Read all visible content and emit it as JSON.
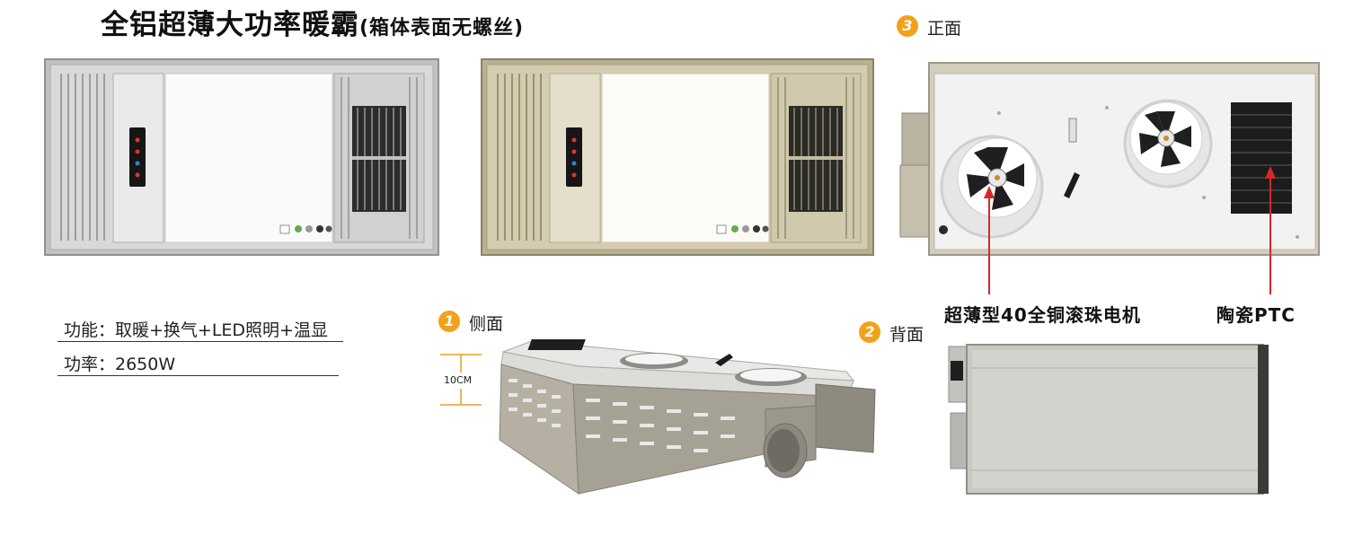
{
  "title": {
    "main": "全铝超薄大功率暖霸",
    "sub": "(箱体表面无螺丝)"
  },
  "views": [
    {
      "number": "1",
      "label": "侧面"
    },
    {
      "number": "2",
      "label": "背面"
    },
    {
      "number": "3",
      "label": "正面"
    }
  ],
  "specs": {
    "function": "功能：取暖+换气+LED照明+温显",
    "power": "功率：2650W"
  },
  "dimension": "10CM",
  "callouts": {
    "motor": "超薄型40全铜滚珠电机",
    "ptc": "陶瓷PTC"
  },
  "colors": {
    "badge": "#f3a11b",
    "arrow": "#d9262c",
    "silver_panel": "#c9cbcc",
    "gold_panel": "#c9c1a3"
  }
}
